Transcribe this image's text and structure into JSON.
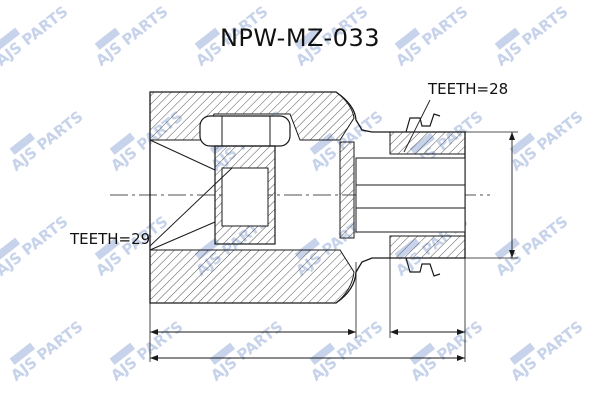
{
  "diagram": {
    "part_number": "NPW-MZ-033",
    "labels": {
      "teeth_outer": "TEETH=28",
      "teeth_inner": "TEETH=29"
    }
  },
  "watermark": {
    "text": "AJS PARTS",
    "color": "#c7d3ea"
  },
  "colors": {
    "line": "#1a1a1a",
    "hatch": "#555555"
  }
}
